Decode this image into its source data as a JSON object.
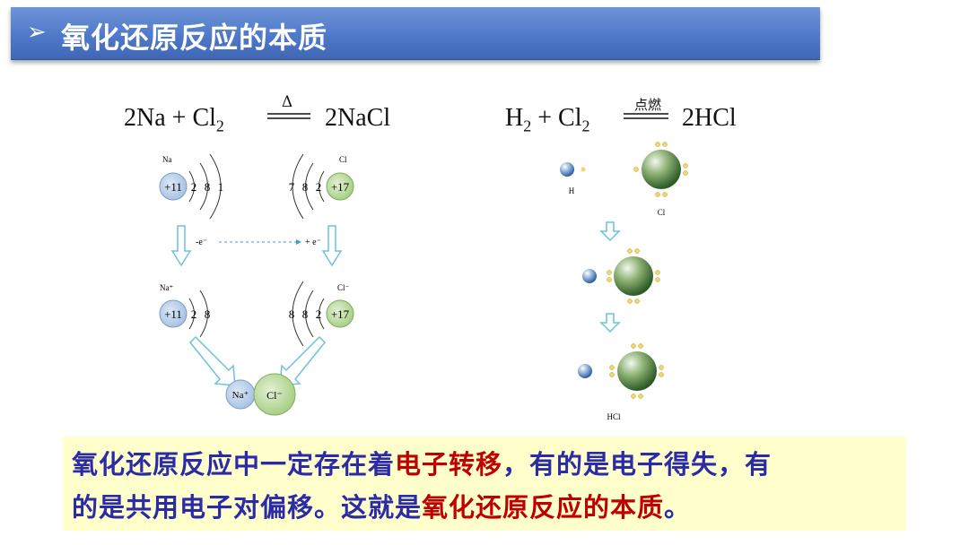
{
  "header": {
    "arrow": "➢",
    "title": "氧化还原反应的本质"
  },
  "left_equation": {
    "text": "2Na + Cl",
    "sub": "2",
    "product": "2NaCl",
    "condition": "Δ"
  },
  "right_equation": {
    "h": "H",
    "h_sub": "2",
    "plus_cl": "+ Cl",
    "cl_sub": "2",
    "product": "2HCl",
    "condition": "点燃"
  },
  "left_diagram": {
    "na_label": "Na",
    "na_core": "+11",
    "na_shells": [
      "2",
      "8",
      "1"
    ],
    "cl_label": "Cl",
    "cl_core": "+17",
    "cl_shells": [
      "7",
      "8",
      "2"
    ],
    "lose_label": "-e⁻",
    "gain_label": "+ e⁻",
    "na_ion_label": "Na⁺",
    "na_ion_shells": [
      "2",
      "8"
    ],
    "cl_ion_label": "Cl⁻",
    "cl_ion_shells": [
      "8",
      "8",
      "2"
    ],
    "pair_na": "Na⁺",
    "pair_cl": "Cl⁻"
  },
  "right_diagram": {
    "h_label": "H",
    "cl_label": "Cl",
    "hcl_label": "HCl"
  },
  "summary": {
    "line1_a": "氧化还原反应中一定存在着",
    "line1_b": "电子转移",
    "line1_c": "，有的是电子得失，有",
    "line2_a": "的是共用电子对偏移。这就是",
    "line2_b": "氧化还原反应的本质",
    "line2_c": "。"
  },
  "colors": {
    "title_bar": "#4f79c9",
    "summary_bg": "#ffffcc",
    "summary_text": "#2b2ba8",
    "highlight": "#c00000"
  }
}
